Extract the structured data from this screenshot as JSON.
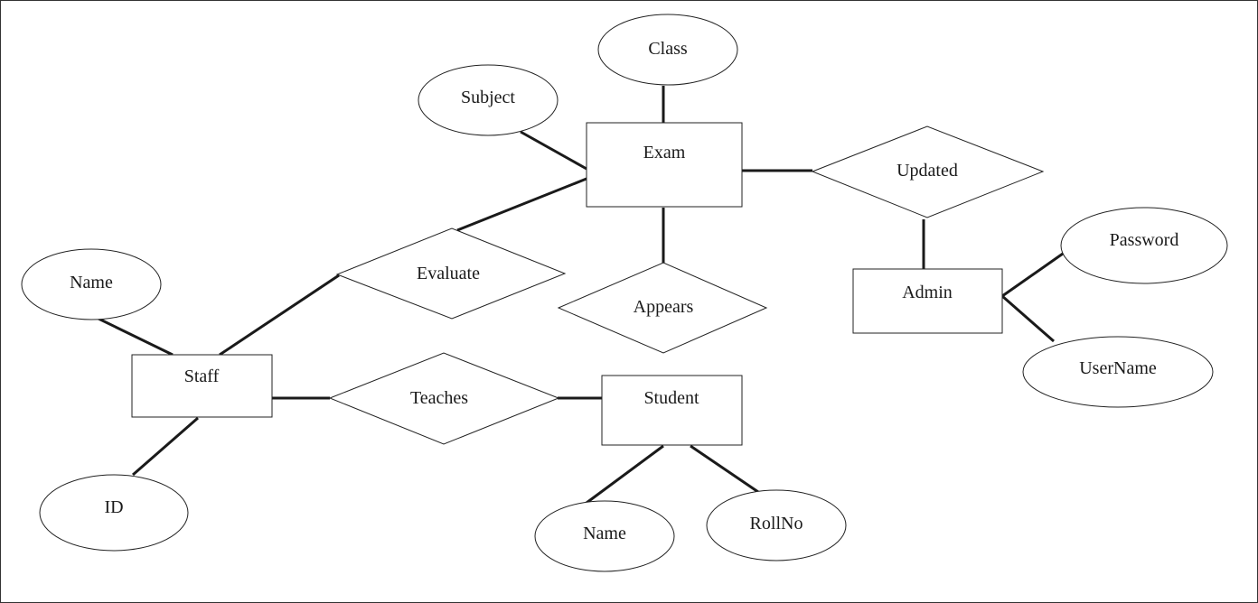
{
  "diagram": {
    "entities": {
      "exam": "Exam",
      "admin": "Admin",
      "staff": "Staff",
      "student": "Student"
    },
    "relationships": {
      "updated": "Updated",
      "evaluate": "Evaluate",
      "appears": "Appears",
      "teaches": "Teaches"
    },
    "attributes": {
      "exam_class": "Class",
      "exam_subject": "Subject",
      "admin_password": "Password",
      "admin_username": "UserName",
      "staff_name": "Name",
      "staff_id": "ID",
      "student_name": "Name",
      "student_rollno": "RollNo"
    }
  }
}
